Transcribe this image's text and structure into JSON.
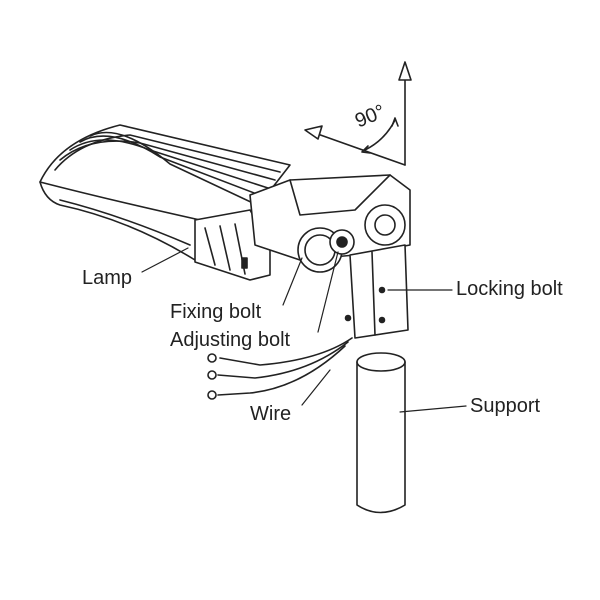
{
  "diagram": {
    "angle_label": "90°",
    "labels": {
      "lamp": "Lamp",
      "fixing_bolt": "Fixing bolt",
      "adjusting_bolt": "Adjusting bolt",
      "locking_bolt": "Locking bolt",
      "wire": "Wire",
      "support": "Support"
    },
    "line_color": "#222222"
  }
}
